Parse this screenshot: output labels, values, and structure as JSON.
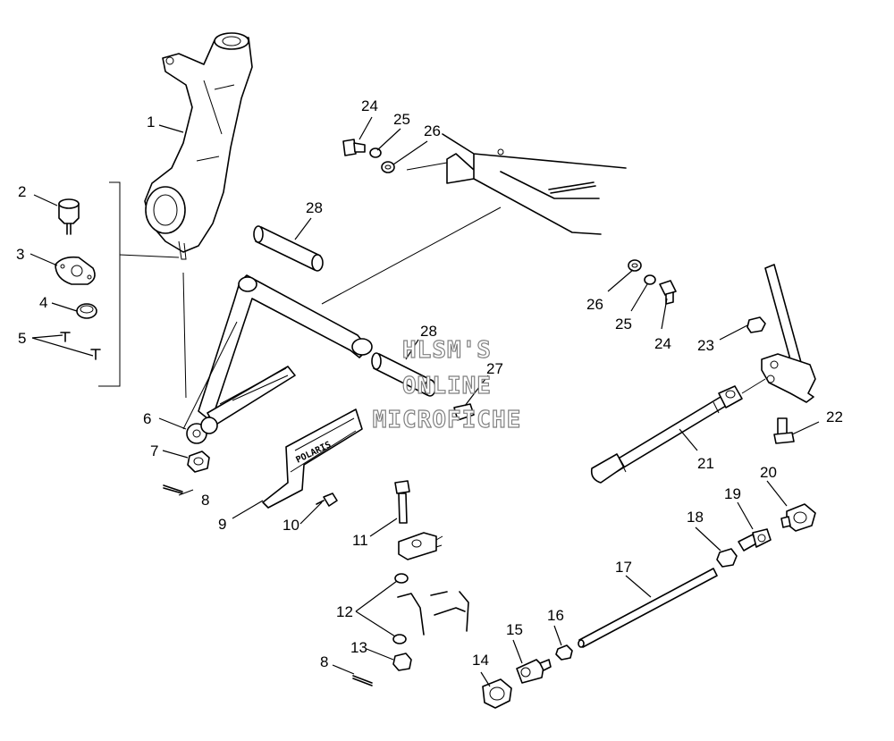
{
  "diagram": {
    "watermark": [
      "HLSM'S",
      "ONLINE",
      "MICROFICHE"
    ],
    "callouts": [
      "1",
      "2",
      "3",
      "4",
      "5",
      "6",
      "7",
      "8",
      "9",
      "10",
      "11",
      "12",
      "13",
      "14",
      "15",
      "16",
      "17",
      "18",
      "19",
      "20",
      "21",
      "22",
      "23",
      "24",
      "25",
      "26",
      "27",
      "28"
    ]
  }
}
